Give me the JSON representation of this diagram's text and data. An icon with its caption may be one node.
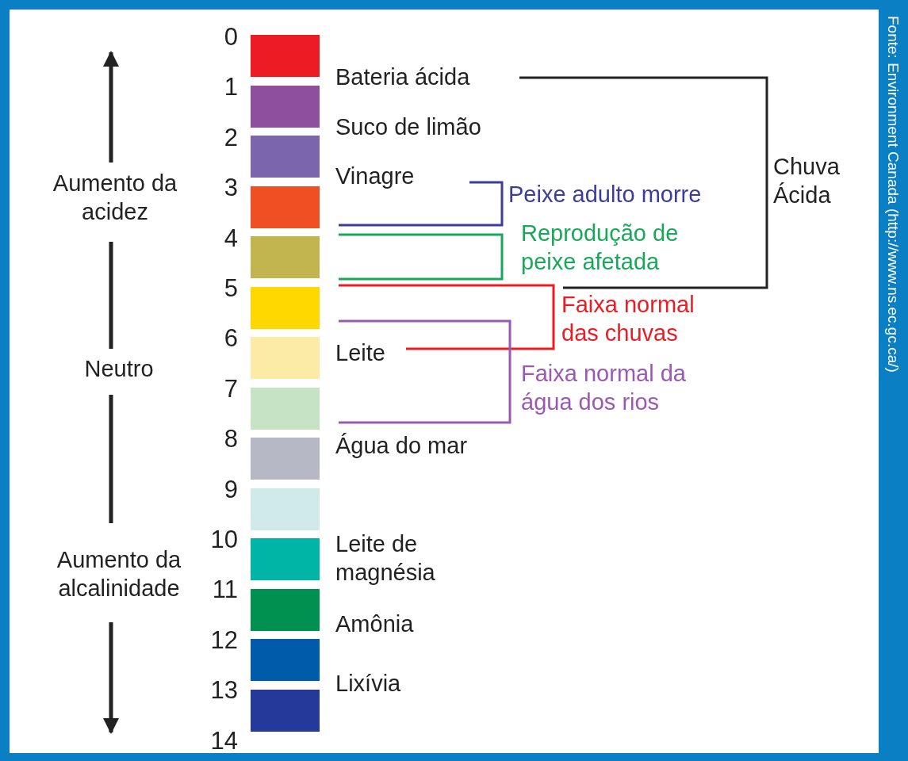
{
  "diagram": {
    "nodes": [
      {
        "text": [],
        "shape": "box"
      },
      {
        "text": [],
        "shape": "box"
      },
      {
        "text": [],
        "shape": "box"
      },
      {
        "text": [],
        "shape": "box"
      },
      {
        "text": [],
        "shape": "box"
      },
      {
        "text": [],
        "shape": "box"
      },
      {
        "text": [],
        "shape": "box"
      },
      {
        "text": [],
        "shape": "box"
      },
      {
        "text": [],
        "shape": "box"
      },
      {
        "text": [],
        "shape": "box"
      },
      {
        "text": [],
        "shape": "box"
      },
      {
        "text": [],
        "shape": "box"
      },
      {
        "text": [],
        "shape": "box"
      },
      {
        "text": [],
        "shape": "box"
      }
    ],
    "labels": [
      "0",
      "1",
      "2",
      "3",
      "4",
      "5",
      "6",
      "7",
      "8",
      "9",
      "10",
      "11",
      "12",
      "13",
      "14",
      "Aumento da acidez",
      "Neutro",
      "Aumento da alcalinidade",
      "Bateria ácida",
      "Suco de limão",
      "Vinagre",
      "Leite",
      "Água do mar",
      "Leite de magnésia",
      "Amônia",
      "Lixívia",
      "Chuva Ácida",
      "Peixe adulto morre",
      "Reprodução de peixe afetada",
      "Faixa normal das chuvas",
      "Faixa normal da água dos rios",
      "Fonte: Environment Canada (http://www.ns.ec.gc.ca/)"
    ]
  }
}
